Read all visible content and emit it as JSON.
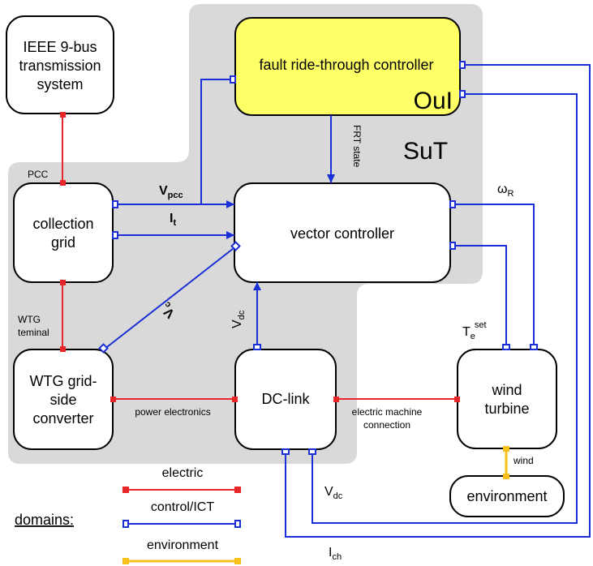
{
  "colors": {
    "electric": "#e8262a",
    "control": "#1a2fd6",
    "environment": "#f7c01a",
    "sut_region": "#d9d9d9",
    "oui_fill": "#ffff66"
  },
  "blocks": {
    "ieee": [
      "IEEE 9-bus",
      "transmission",
      "system"
    ],
    "frt": "fault ride-through controller",
    "oui": "OuI",
    "collection": [
      "collection",
      "grid"
    ],
    "vector": "vector controller",
    "wtg": [
      "WTG grid-",
      "side",
      "converter"
    ],
    "dclink": "DC-link",
    "wind": [
      "wind",
      "turbine"
    ],
    "environment": "environment"
  },
  "labels": {
    "sut": "SuT",
    "pcc": "PCC",
    "vpcc_main": "V",
    "vpcc_sub": "pcc",
    "it_main": "I",
    "it_sub": "t",
    "vc_main": "V",
    "vc_sub": "c",
    "vdc_rot_main": "V",
    "vdc_rot_sub": "dc",
    "frt_state": "FRT state",
    "omega_main": "ω",
    "omega_sub": "R",
    "te_main": "T",
    "te_sub": "e",
    "te_sup": "set",
    "wtg_terminal_1": "WTG",
    "wtg_terminal_2": "teminal",
    "power_electronics": "power electronics",
    "emc_1": "electric machine",
    "emc_2": "connection",
    "wind": "wind",
    "vdc_bottom_main": "V",
    "vdc_bottom_sub": "dc",
    "ich_main": "I",
    "ich_sub": "ch"
  },
  "legend": {
    "title": "domains:",
    "electric": "electric",
    "control": "control/ICT",
    "environment": "environment"
  }
}
